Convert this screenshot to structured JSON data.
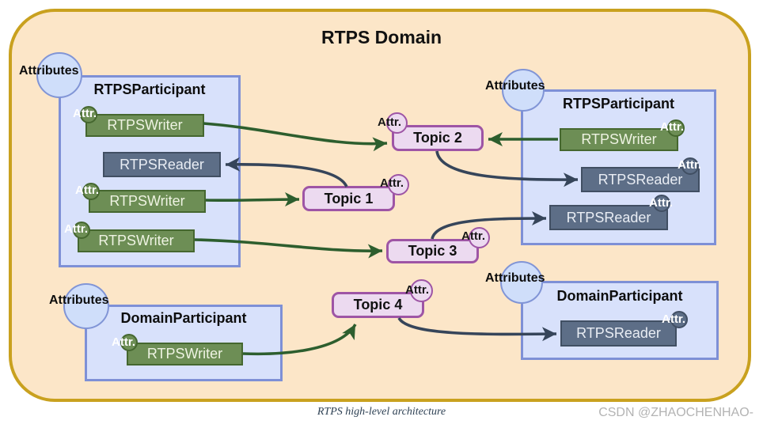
{
  "diagram": {
    "title": "RTPS Domain",
    "caption": "RTPS high-level architecture",
    "watermark": "CSDN @ZHAOCHENHAO-",
    "labels": {
      "attributes": "Attributes",
      "attr": "Attr."
    },
    "colors": {
      "domain_fill": "#fce6c8",
      "domain_border": "#c9a11f",
      "participant_fill": "#d8e1fb",
      "participant_border": "#7e90d6",
      "writer_fill": "#6d8e55",
      "writer_border": "#45672f",
      "reader_fill": "#5d6e87",
      "reader_border": "#414f63",
      "topic_fill": "#ecdaf0",
      "topic_border": "#9e55a5",
      "attributes_circle_fill": "#cfdefa",
      "attributes_circle_border": "#8195d6",
      "writer_arrow": "#2d5e2e",
      "reader_arrow": "#36455a"
    },
    "participants": [
      {
        "position": "top-left",
        "title": "RTPSParticipant",
        "nodes": [
          {
            "type": "writer",
            "label": "RTPSWriter",
            "attr": true
          },
          {
            "type": "reader",
            "label": "RTPSReader",
            "attr": false
          },
          {
            "type": "writer",
            "label": "RTPSWriter",
            "attr": true
          },
          {
            "type": "writer",
            "label": "RTPSWriter",
            "attr": true
          }
        ]
      },
      {
        "position": "top-right",
        "title": "RTPSParticipant",
        "nodes": [
          {
            "type": "writer",
            "label": "RTPSWriter",
            "attr": true
          },
          {
            "type": "reader",
            "label": "RTPSReader",
            "attr": true
          },
          {
            "type": "reader",
            "label": "RTPSReader",
            "attr": true
          }
        ]
      },
      {
        "position": "bottom-left",
        "title": "DomainParticipant",
        "nodes": [
          {
            "type": "writer",
            "label": "RTPSWriter",
            "attr": true
          }
        ]
      },
      {
        "position": "bottom-right",
        "title": "DomainParticipant",
        "nodes": [
          {
            "type": "reader",
            "label": "RTPSReader",
            "attr": true
          }
        ]
      }
    ],
    "topics": [
      {
        "label": "Topic 1"
      },
      {
        "label": "Topic 2"
      },
      {
        "label": "Topic 3"
      },
      {
        "label": "Topic 4"
      }
    ],
    "connections": [
      {
        "from": "top-left RTPSWriter #1",
        "to": "Topic 2",
        "kind": "writer-to-topic"
      },
      {
        "from": "Topic 1",
        "to": "top-left RTPSReader",
        "kind": "topic-to-reader"
      },
      {
        "from": "top-left RTPSWriter #2",
        "to": "Topic 1",
        "kind": "writer-to-topic"
      },
      {
        "from": "top-left RTPSWriter #3",
        "to": "Topic 3",
        "kind": "writer-to-topic"
      },
      {
        "from": "top-right RTPSWriter",
        "to": "Topic 2",
        "kind": "writer-to-topic"
      },
      {
        "from": "Topic 2",
        "to": "top-right RTPSReader #1",
        "kind": "topic-to-reader"
      },
      {
        "from": "Topic 3",
        "to": "top-right RTPSReader #2",
        "kind": "topic-to-reader"
      },
      {
        "from": "bottom-left RTPSWriter",
        "to": "Topic 4",
        "kind": "writer-to-topic"
      },
      {
        "from": "Topic 4",
        "to": "bottom-right RTPSReader",
        "kind": "topic-to-reader"
      }
    ]
  }
}
